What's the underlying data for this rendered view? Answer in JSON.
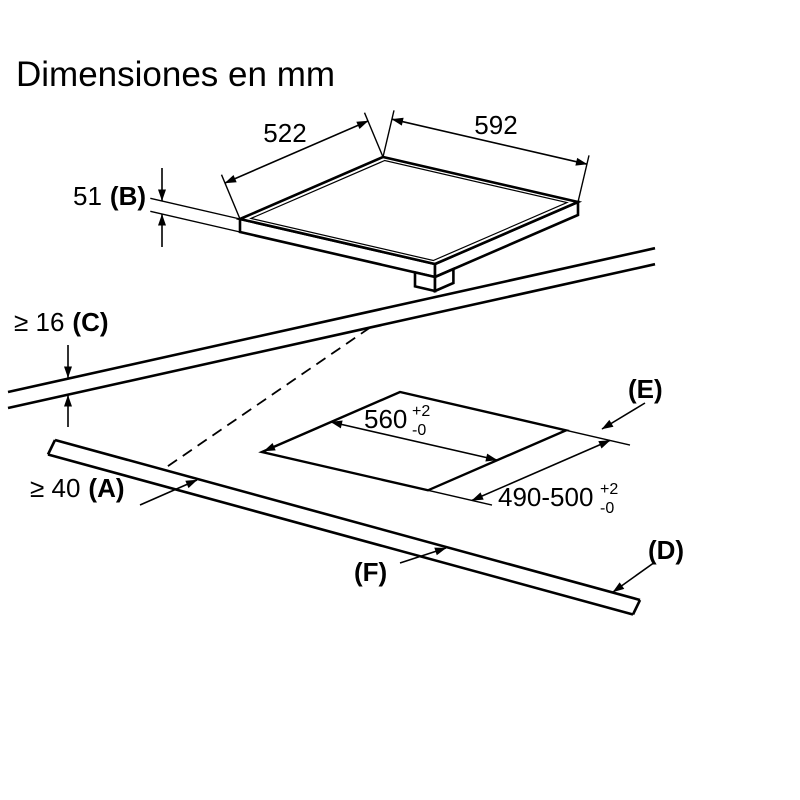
{
  "title": "Dimensiones en mm",
  "colors": {
    "line": "#000000",
    "text": "#000000",
    "background": "#ffffff"
  },
  "dims": {
    "hob_depth": {
      "value": "522"
    },
    "hob_width": {
      "value": "592"
    },
    "hob_height": {
      "value": "51",
      "letter": "(B)"
    },
    "worktop_thickness": {
      "value": "≥ 16",
      "letter": "(C)"
    },
    "front_clearance": {
      "value": "≥ 40",
      "letter": "(A)"
    },
    "cutout_width": {
      "value": "560",
      "tol_plus": "+2",
      "tol_minus": "-0"
    },
    "cutout_depth": {
      "value": "490-500",
      "tol_plus": "+2",
      "tol_minus": "-0"
    }
  },
  "callouts": {
    "e": "(E)",
    "d": "(D)",
    "f": "(F)"
  }
}
